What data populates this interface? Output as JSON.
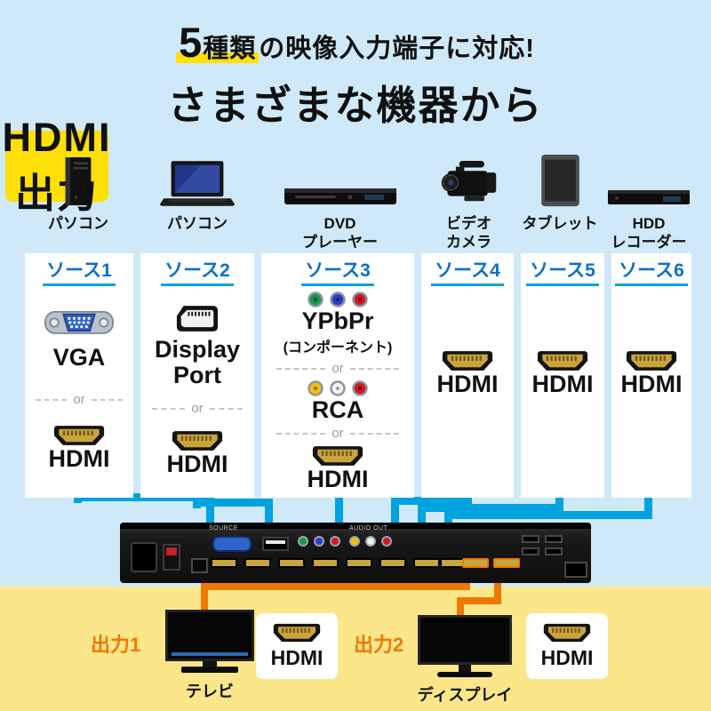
{
  "colors": {
    "bg_top": "#cfe9f8",
    "bg_bottom": "#fbe78a",
    "cable_cyan": "#00a3e0",
    "cable_orange": "#ee7800",
    "source_blue": "#0a70c8",
    "highlight_yellow": "#ffdf08"
  },
  "header": {
    "subtitle_num": "5",
    "subtitle_kinds": "種類",
    "subtitle_rest": "の映像入力端子に対応!",
    "title_main": "さまざまな機器から",
    "title_badge": "HDMI出力"
  },
  "common": {
    "or": "or"
  },
  "devices": [
    {
      "icon": "desktop-pc-icon",
      "line1": "パソコン",
      "line2": ""
    },
    {
      "icon": "laptop-icon",
      "line1": "パソコン",
      "line2": ""
    },
    {
      "icon": "dvd-player-icon",
      "line1": "DVD",
      "line2": "プレーヤー"
    },
    {
      "icon": "video-camera-icon",
      "line1": "ビデオ",
      "line2": "カメラ"
    },
    {
      "icon": "tablet-icon",
      "line1": "タブレット",
      "line2": ""
    },
    {
      "icon": "hdd-recorder-icon",
      "line1": "HDD",
      "line2": "レコーダー"
    }
  ],
  "sources": [
    {
      "label": "ソース1",
      "port1": "VGA",
      "port2": "HDMI"
    },
    {
      "label": "ソース2",
      "port1_line1": "Display",
      "port1_line2": "Port",
      "port2": "HDMI"
    },
    {
      "label": "ソース3",
      "port1": "YPbPr",
      "port1_sub": "(コンポーネント)",
      "port2": "RCA",
      "port3": "HDMI"
    },
    {
      "label": "ソース4",
      "port1": "HDMI"
    },
    {
      "label": "ソース5",
      "port1": "HDMI"
    },
    {
      "label": "ソース6",
      "port1": "HDMI"
    }
  ],
  "switcher": {
    "label_source": "SOURCE",
    "label_audio_out": "AUDIO OUT"
  },
  "outputs": [
    {
      "label": "出力1",
      "device": "テレビ",
      "port": "HDMI"
    },
    {
      "label": "出力2",
      "device": "ディスプレイ",
      "port": "HDMI"
    }
  ]
}
